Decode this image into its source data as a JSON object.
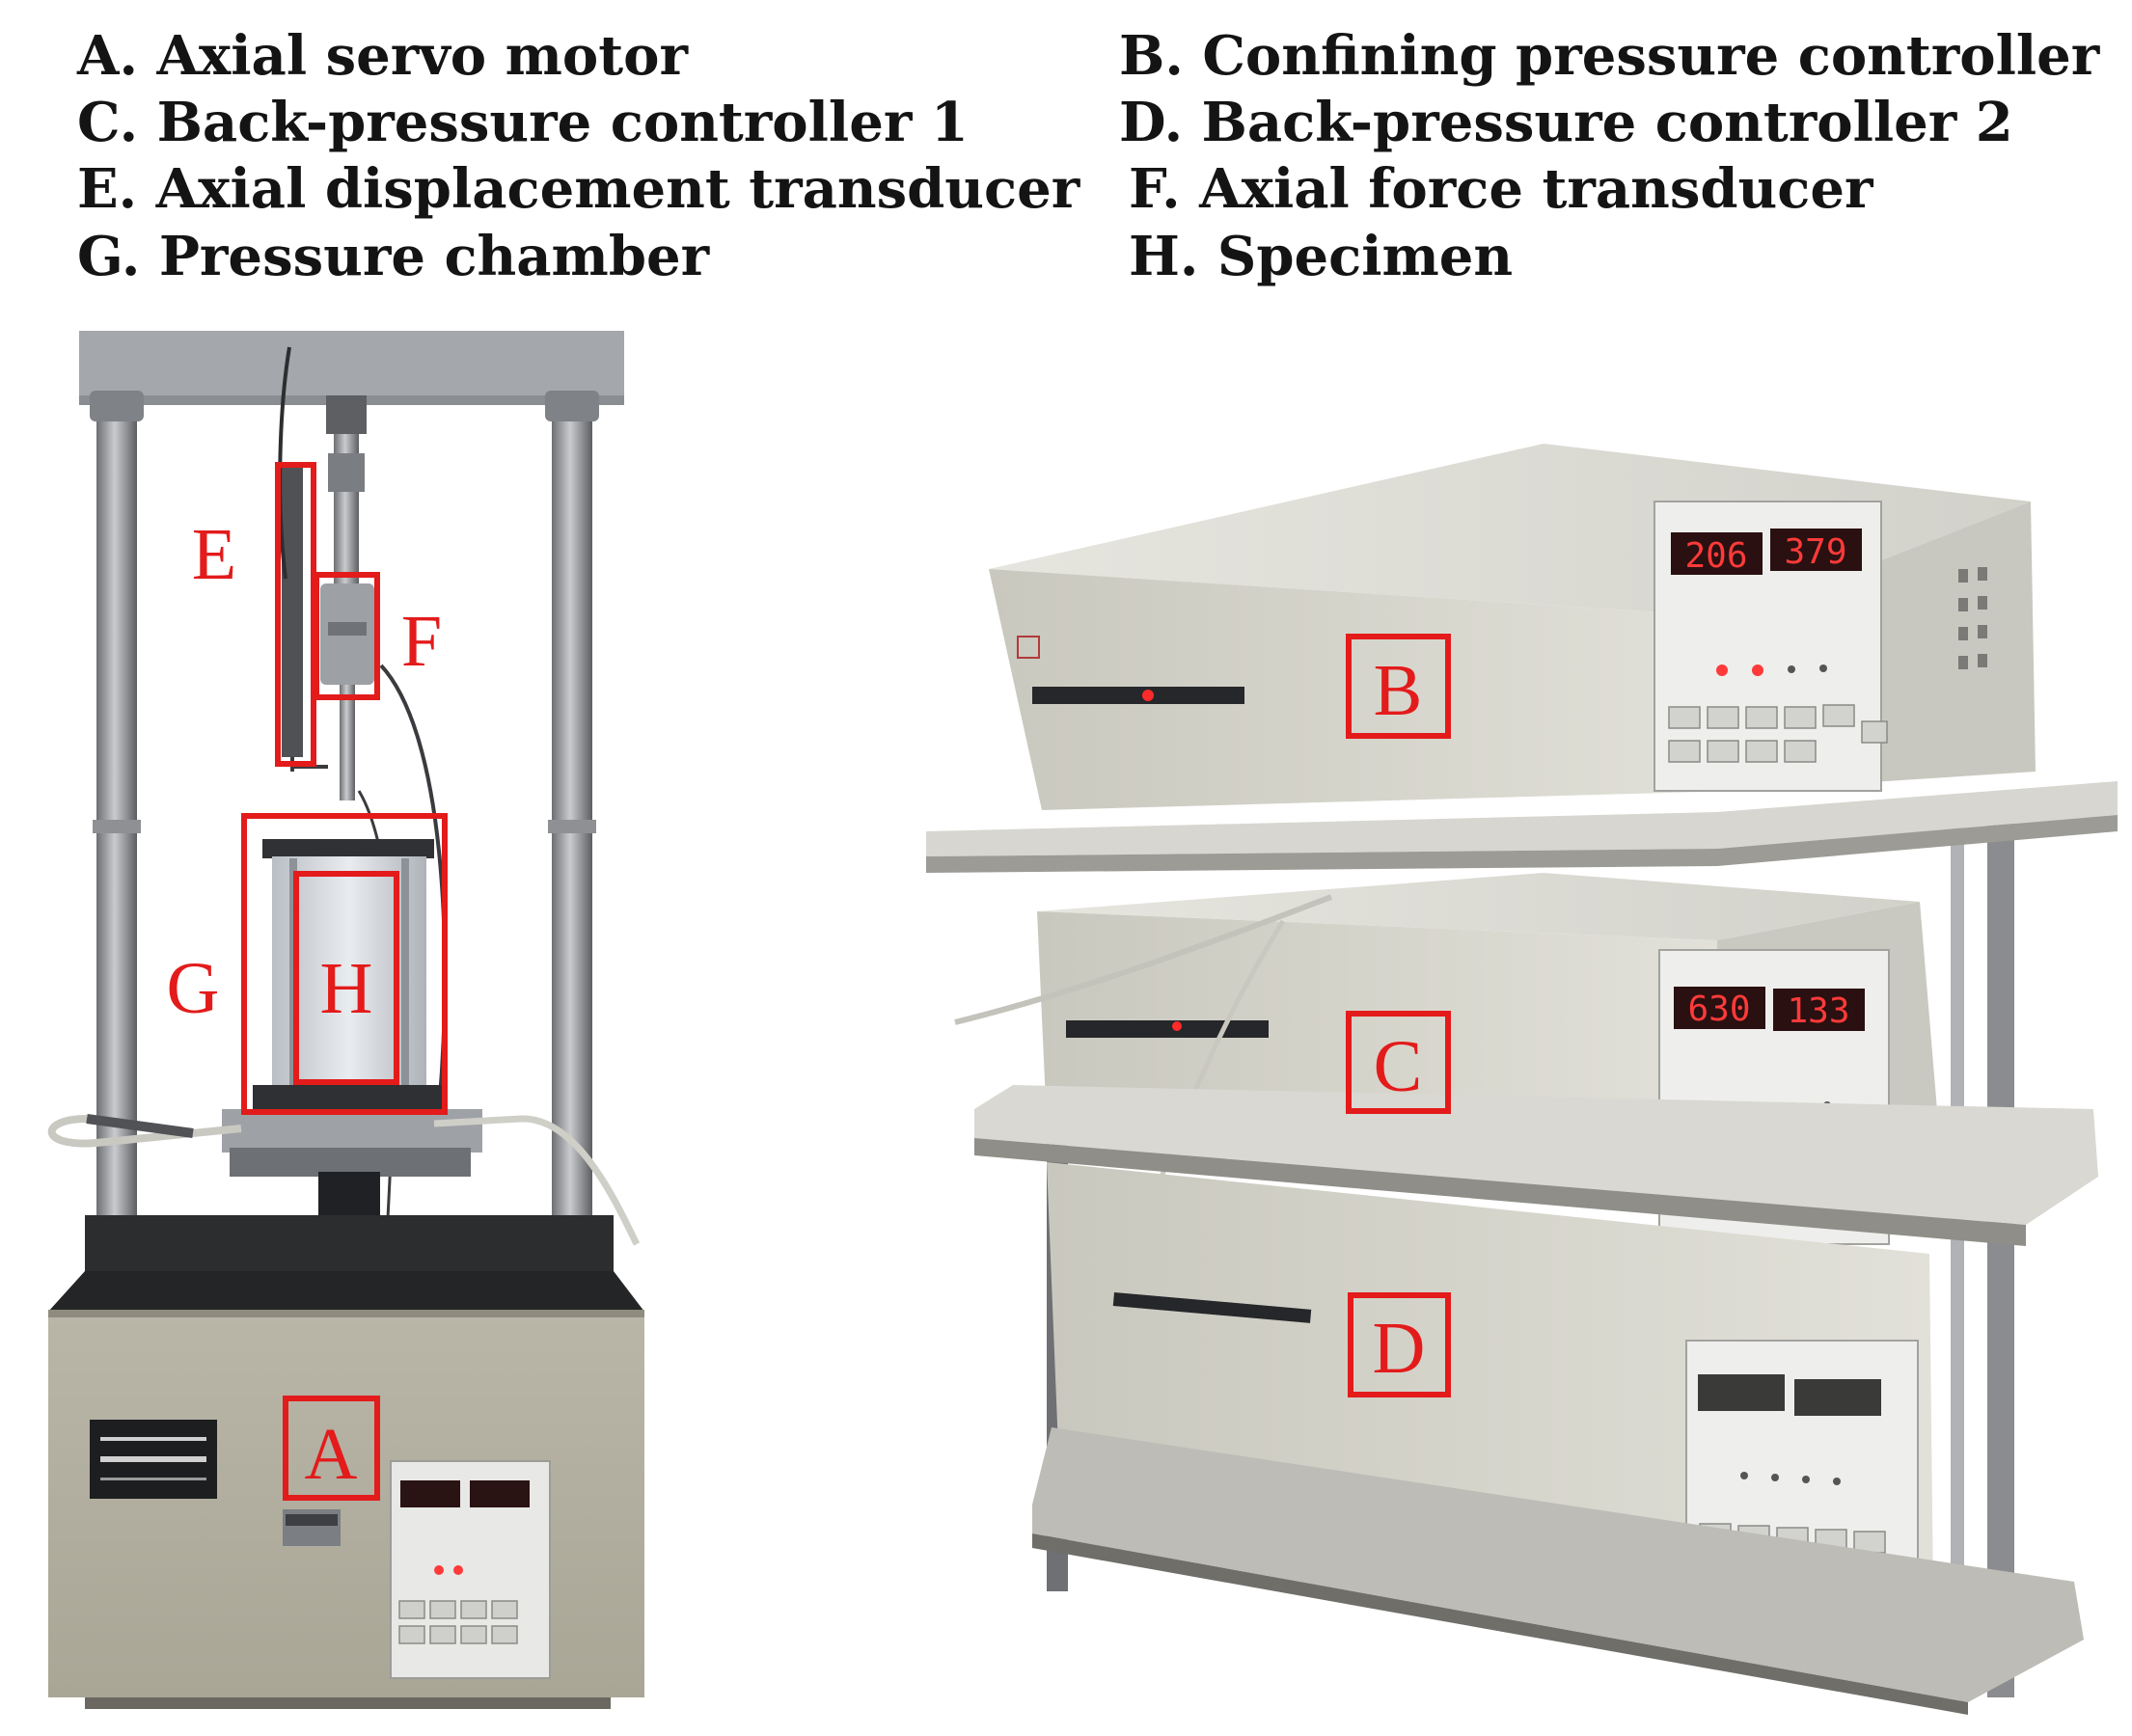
{
  "legend": {
    "left": [
      "A. Axial servo motor",
      "C. Back-pressure controller 1",
      "E. Axial displacement transducer",
      "G. Pressure chamber"
    ],
    "right": [
      "B. Confining pressure controller",
      "D. Back-pressure controller 2",
      "F. Axial force transducer",
      "H. Specimen"
    ]
  },
  "markers": {
    "A": "A",
    "B": "B",
    "C": "C",
    "D": "D",
    "E": "E",
    "F": "F",
    "G": "G",
    "H": "H"
  },
  "displays": {
    "b_left": "206",
    "b_right": "379",
    "c_left": "630",
    "c_right": "133"
  },
  "colors": {
    "marker_red": "#e31b1b",
    "device_body": "#d8d7cf",
    "panel": "#ececec",
    "led_red": "#ff2a2a",
    "frame_grey": "#8e9094"
  }
}
